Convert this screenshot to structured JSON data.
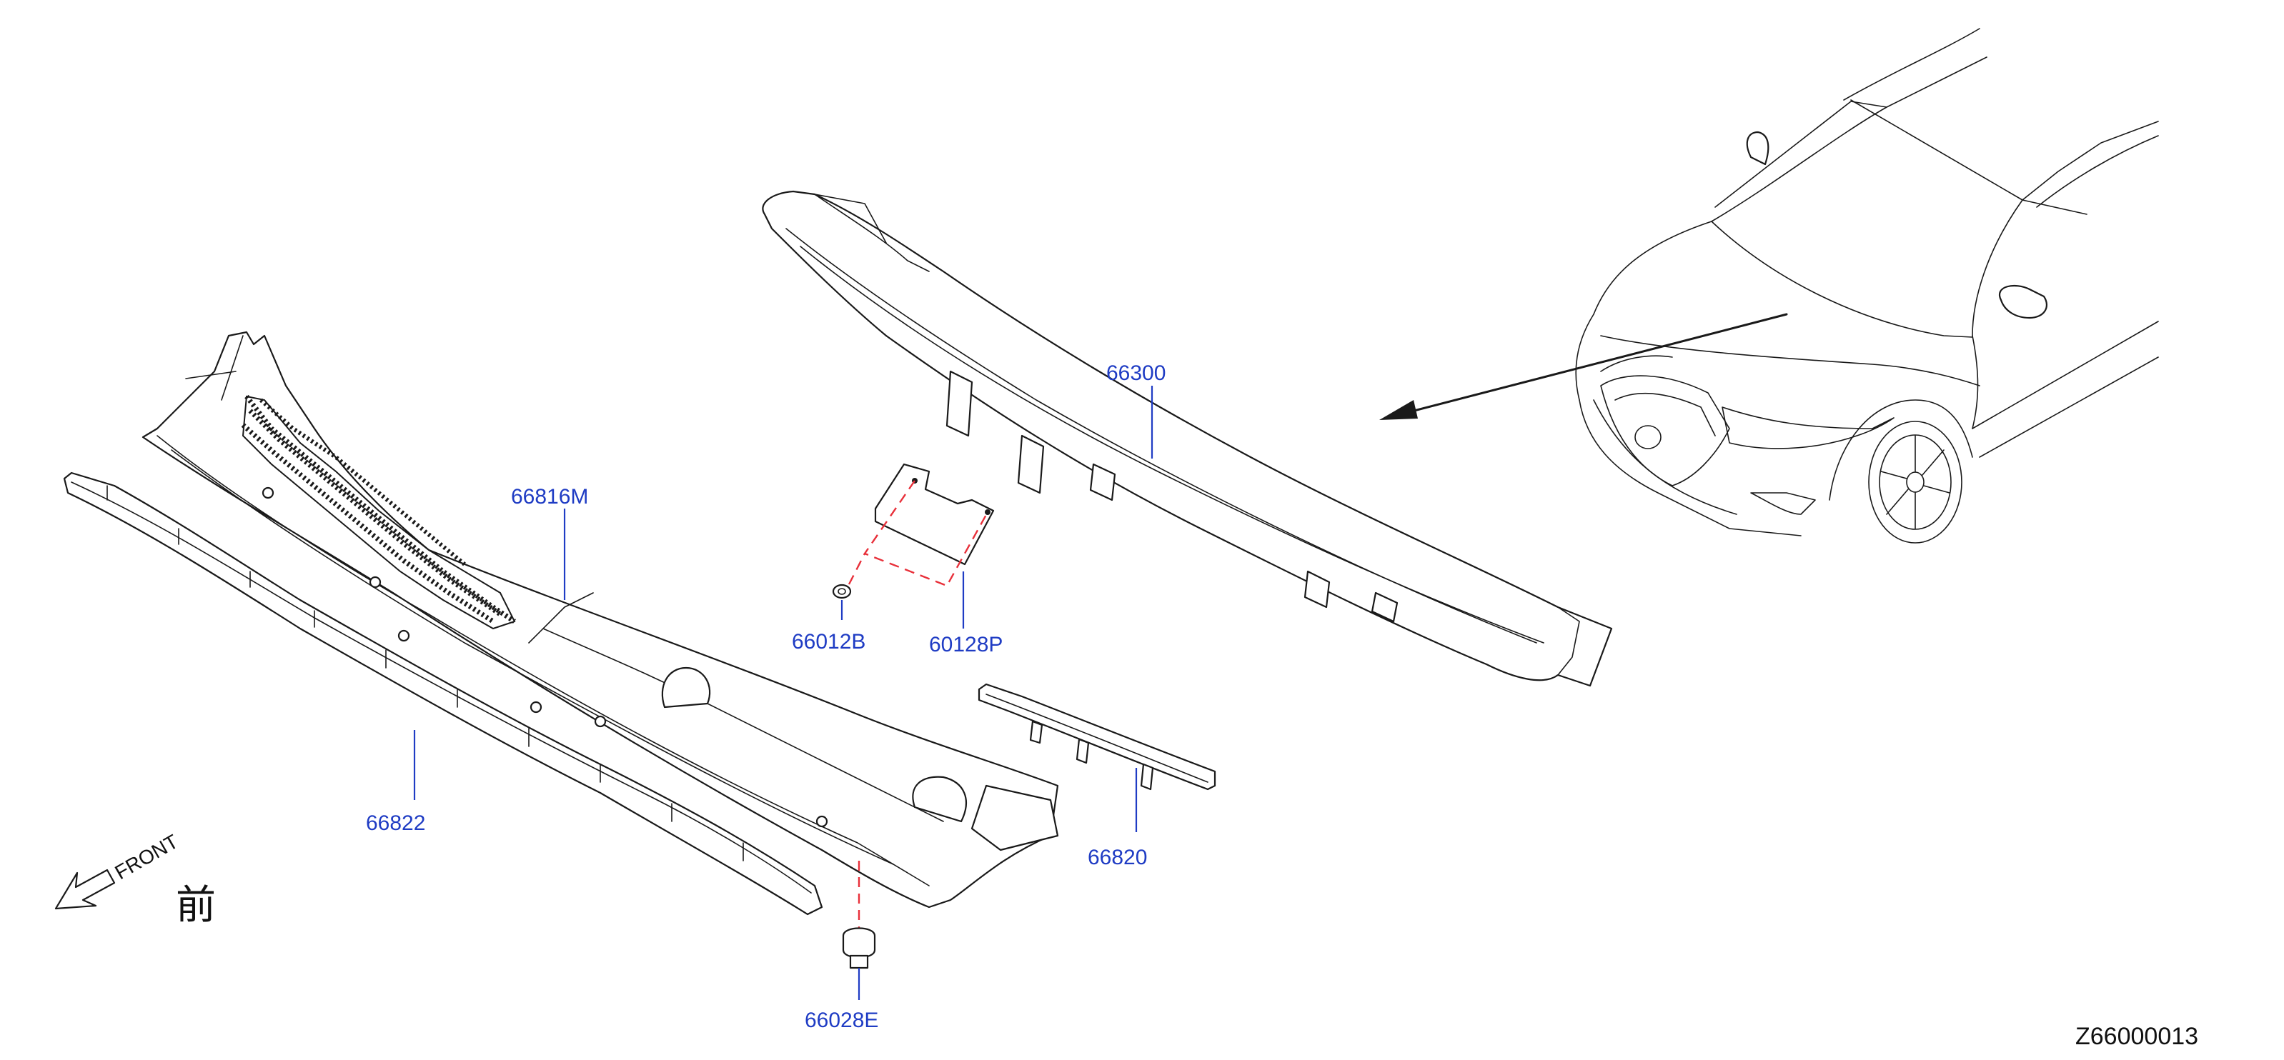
{
  "colors": {
    "callout": "#1f3cc4",
    "dashed_line": "#e8303a",
    "linework": "#1a1a1a"
  },
  "callouts": {
    "p66300": "66300",
    "p66816m": "66816M",
    "p66012b": "66012B",
    "p60128p": "60128P",
    "p66822": "66822",
    "p66820": "66820",
    "p66028e": "66028E"
  },
  "front_label": "FRONT",
  "front_kanji": "前",
  "diagram_code": "Z66000013",
  "icons": [
    "front-arrow-icon",
    "location-arrow-icon"
  ]
}
